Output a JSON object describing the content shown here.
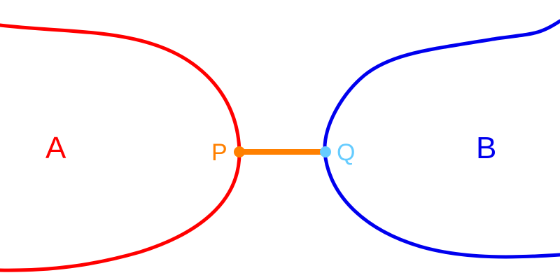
{
  "diagram": {
    "region_a": {
      "label": "A",
      "color": "#ff0000"
    },
    "region_b": {
      "label": "B",
      "color": "#0000ee"
    },
    "point_p": {
      "label": "P",
      "color": "#ff8000"
    },
    "point_q": {
      "label": "Q",
      "color": "#66ccff"
    },
    "connector": {
      "from": "P",
      "to": "Q",
      "color": "#ff8000"
    }
  }
}
